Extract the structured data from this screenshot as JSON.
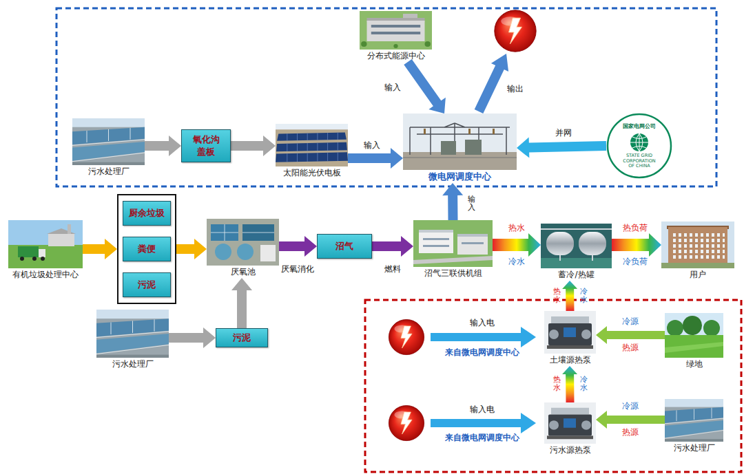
{
  "diagram": {
    "nodes": [
      {
        "text": [
          "分布式能源中心"
        ]
      },
      {
        "text": [
          "污水处理厂"
        ]
      },
      {
        "text": [
          "氧化沟盖板"
        ]
      },
      {
        "text": [
          "太阳能光伏电板"
        ]
      },
      {
        "text": [
          "微电网调度中心"
        ]
      },
      {
        "text": [
          "国家电网公司",
          "STATE GRID CORPORATION OF CHINA"
        ]
      },
      {
        "text": [
          "有机垃圾处理中心"
        ]
      },
      {
        "text": []
      },
      {
        "text": [
          "厨余垃圾"
        ],
        "in": 7
      },
      {
        "text": [
          "粪便"
        ],
        "in": 7
      },
      {
        "text": [
          "污泥"
        ],
        "in": 7
      },
      {
        "text": [
          "厌氧池"
        ]
      },
      {
        "text": [
          "沼气"
        ]
      },
      {
        "text": [
          "沼气三联供机组"
        ]
      },
      {
        "text": [
          "蓄冷/热罐"
        ]
      },
      {
        "text": [
          "用户"
        ]
      },
      {
        "text": [
          "污水处理厂"
        ]
      },
      {
        "text": [
          "污泥"
        ]
      },
      {
        "text": [
          "土壤源热泵"
        ]
      },
      {
        "text": [
          "绿地"
        ]
      },
      {
        "text": [
          "污水源热泵"
        ]
      },
      {
        "text": [
          "污水处理厂"
        ]
      }
    ],
    "edges": [
      {
        "from": 1,
        "to": 2,
        "arrow": "to"
      },
      {
        "from": 2,
        "to": 3,
        "arrow": "to"
      },
      {
        "from": 3,
        "to": 4,
        "label": "输入",
        "arrow": "to"
      },
      {
        "from": 0,
        "to": 4,
        "label": "输入",
        "arrow": "to"
      },
      {
        "from": 5,
        "to": 4,
        "label": "并网",
        "arrow": "to"
      },
      {
        "from": 13,
        "to": 4,
        "label": "输入",
        "arrow": "to"
      },
      {
        "from": 6,
        "to": 7,
        "arrow": "to"
      },
      {
        "from": 7,
        "to": 11,
        "arrow": "to"
      },
      {
        "from": 11,
        "to": 12,
        "label": "厌氧消化",
        "arrow": "to"
      },
      {
        "from": 12,
        "to": 13,
        "label": "燃料",
        "arrow": "to"
      },
      {
        "from": 13,
        "to": 14,
        "label": "热水",
        "arrow": "to"
      },
      {
        "from": 14,
        "to": 15,
        "label": "热负荷",
        "arrow": "to"
      },
      {
        "from": 16,
        "to": 17,
        "arrow": "to"
      },
      {
        "from": 17,
        "to": 11,
        "arrow": "to"
      },
      {
        "from": 18,
        "to": 14,
        "label": "热水",
        "arrow": "to"
      },
      {
        "from": 20,
        "to": 18,
        "label": "热水",
        "arrow": "to"
      },
      {
        "from": 19,
        "to": 18,
        "label": "冷源",
        "arrow": "to"
      },
      {
        "from": 21,
        "to": 20,
        "label": "冷源",
        "arrow": "to"
      }
    ],
    "labels": [
      "输出",
      "冷水",
      "冷负荷",
      "冷水",
      "冷水",
      "热源",
      "热源",
      "输入电",
      "来自微电网调度中心",
      "输入电",
      "来自微电网调度中心"
    ]
  }
}
